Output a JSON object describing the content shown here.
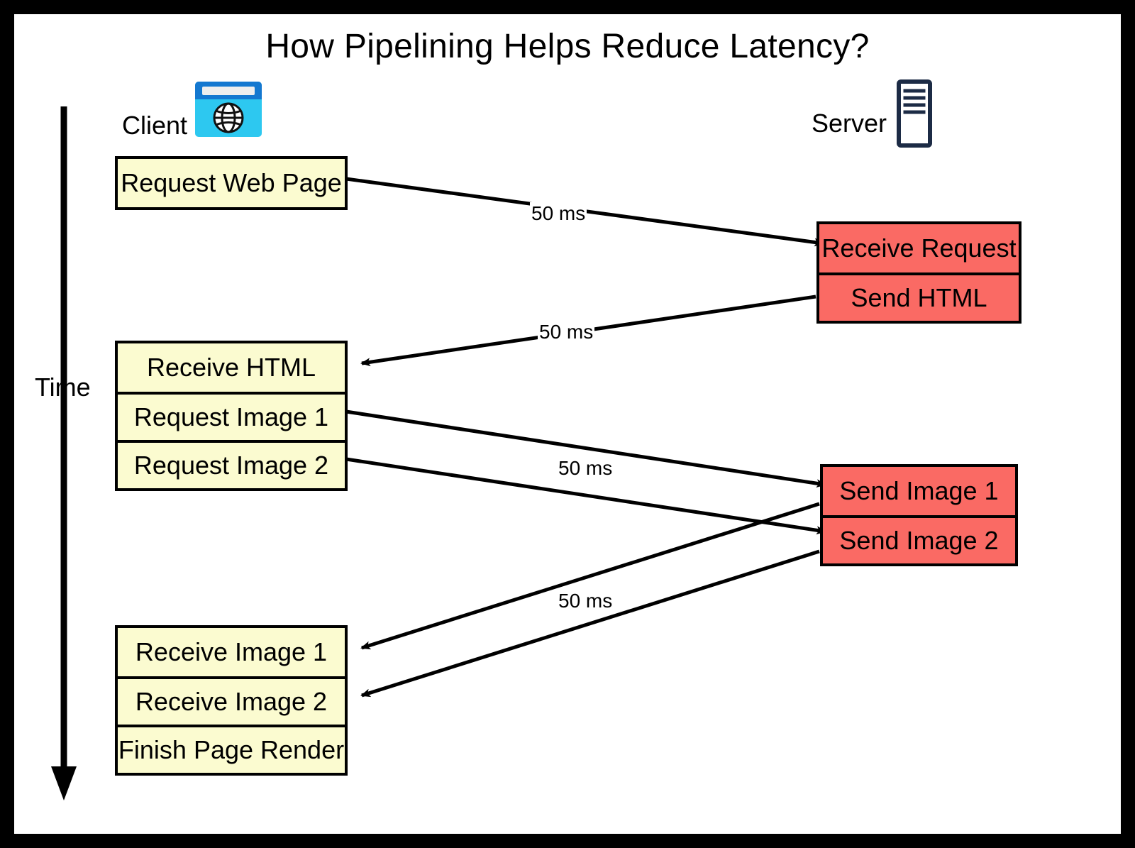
{
  "page": {
    "title": "How Pipelining Helps Reduce Latency?",
    "background_color": "#000000",
    "canvas_color": "#ffffff"
  },
  "colors": {
    "client_box_fill": "#fbfbd0",
    "server_box_fill": "#fa6a64",
    "stroke": "#000000",
    "browser_titlebar": "#1478d0",
    "browser_body": "#2dc8f0",
    "server_icon": "#1c2b45"
  },
  "actors": {
    "client": {
      "label": "Client",
      "icon": "browser-window-globe-icon"
    },
    "server": {
      "label": "Server",
      "icon": "server-tower-icon"
    }
  },
  "time_axis": {
    "label": "Time",
    "icon": "down-arrow-icon"
  },
  "client_stacks": [
    {
      "name": "client-stack-1",
      "cells": [
        "Request Web Page"
      ]
    },
    {
      "name": "client-stack-2",
      "cells": [
        "Receive HTML",
        "Request Image 1",
        "Request Image 2"
      ]
    },
    {
      "name": "client-stack-3",
      "cells": [
        "Receive Image 1",
        "Receive Image 2",
        "Finish Page Render"
      ]
    }
  ],
  "server_stacks": [
    {
      "name": "server-stack-1",
      "cells": [
        "Receive Request",
        "Send HTML"
      ]
    },
    {
      "name": "server-stack-2",
      "cells": [
        "Send Image 1",
        "Send Image 2"
      ]
    }
  ],
  "latency_labels": [
    {
      "name": "latency-label-1",
      "text": "50 ms"
    },
    {
      "name": "latency-label-2",
      "text": "50 ms"
    },
    {
      "name": "latency-label-3",
      "text": "50 ms"
    },
    {
      "name": "latency-label-4",
      "text": "50 ms"
    }
  ],
  "chart_data": {
    "type": "diagram",
    "title": "How Pipelining Helps Reduce Latency?",
    "lanes": [
      "Client",
      "Server"
    ],
    "time_direction": "top-to-bottom",
    "events": [
      {
        "lane": "Client",
        "order": 1,
        "label": "Request Web Page"
      },
      {
        "lane": "Server",
        "order": 2,
        "label": "Receive Request"
      },
      {
        "lane": "Server",
        "order": 3,
        "label": "Send HTML"
      },
      {
        "lane": "Client",
        "order": 4,
        "label": "Receive HTML"
      },
      {
        "lane": "Client",
        "order": 5,
        "label": "Request Image 1"
      },
      {
        "lane": "Client",
        "order": 6,
        "label": "Request Image 2"
      },
      {
        "lane": "Server",
        "order": 7,
        "label": "Send Image 1"
      },
      {
        "lane": "Server",
        "order": 8,
        "label": "Send Image 2"
      },
      {
        "lane": "Client",
        "order": 9,
        "label": "Receive Image 1"
      },
      {
        "lane": "Client",
        "order": 10,
        "label": "Receive Image 2"
      },
      {
        "lane": "Client",
        "order": 11,
        "label": "Finish Page Render"
      }
    ],
    "messages": [
      {
        "from": "Request Web Page",
        "to": "Receive Request",
        "latency": "50 ms",
        "direction": "client-to-server"
      },
      {
        "from": "Send HTML",
        "to": "Receive HTML",
        "latency": "50 ms",
        "direction": "server-to-client"
      },
      {
        "from": "Request Image 1",
        "to": "Send Image 1",
        "latency": "50 ms",
        "direction": "client-to-server"
      },
      {
        "from": "Request Image 2",
        "to": "Send Image 2",
        "latency": "50 ms",
        "direction": "client-to-server"
      },
      {
        "from": "Send Image 1",
        "to": "Receive Image 1",
        "latency": "50 ms",
        "direction": "server-to-client"
      },
      {
        "from": "Send Image 2",
        "to": "Receive Image 2",
        "latency": "50 ms",
        "direction": "server-to-client"
      }
    ]
  }
}
